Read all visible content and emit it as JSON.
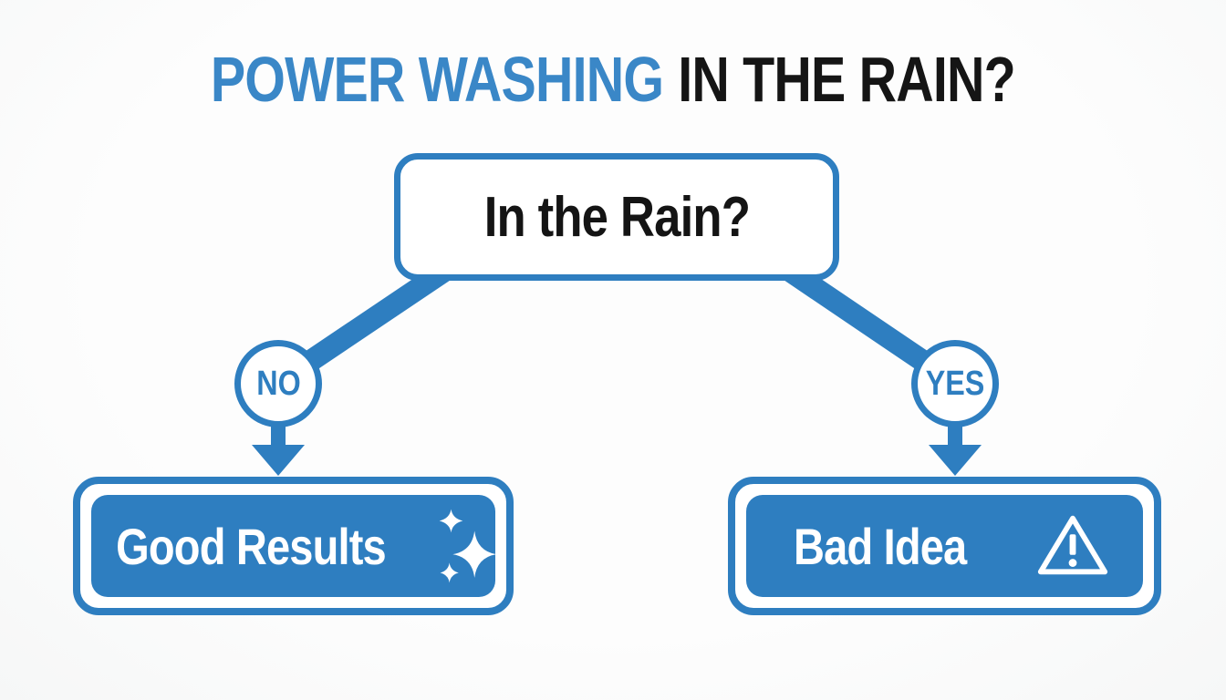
{
  "title": {
    "highlight": "POWER WASHING",
    "rest": "IN THE RAIN?"
  },
  "flowchart": {
    "question": "In the Rain?",
    "branches": [
      {
        "label": "NO",
        "result": "Good Results",
        "icon": "sparkles-icon"
      },
      {
        "label": "YES",
        "result": "Bad Idea",
        "icon": "warning-icon"
      }
    ]
  },
  "colors": {
    "brand_blue": "#2e7ec0",
    "title_blue": "#3a87c7",
    "title_black": "#151515",
    "text_white": "#ffffff",
    "background": "#fbfbfb"
  }
}
